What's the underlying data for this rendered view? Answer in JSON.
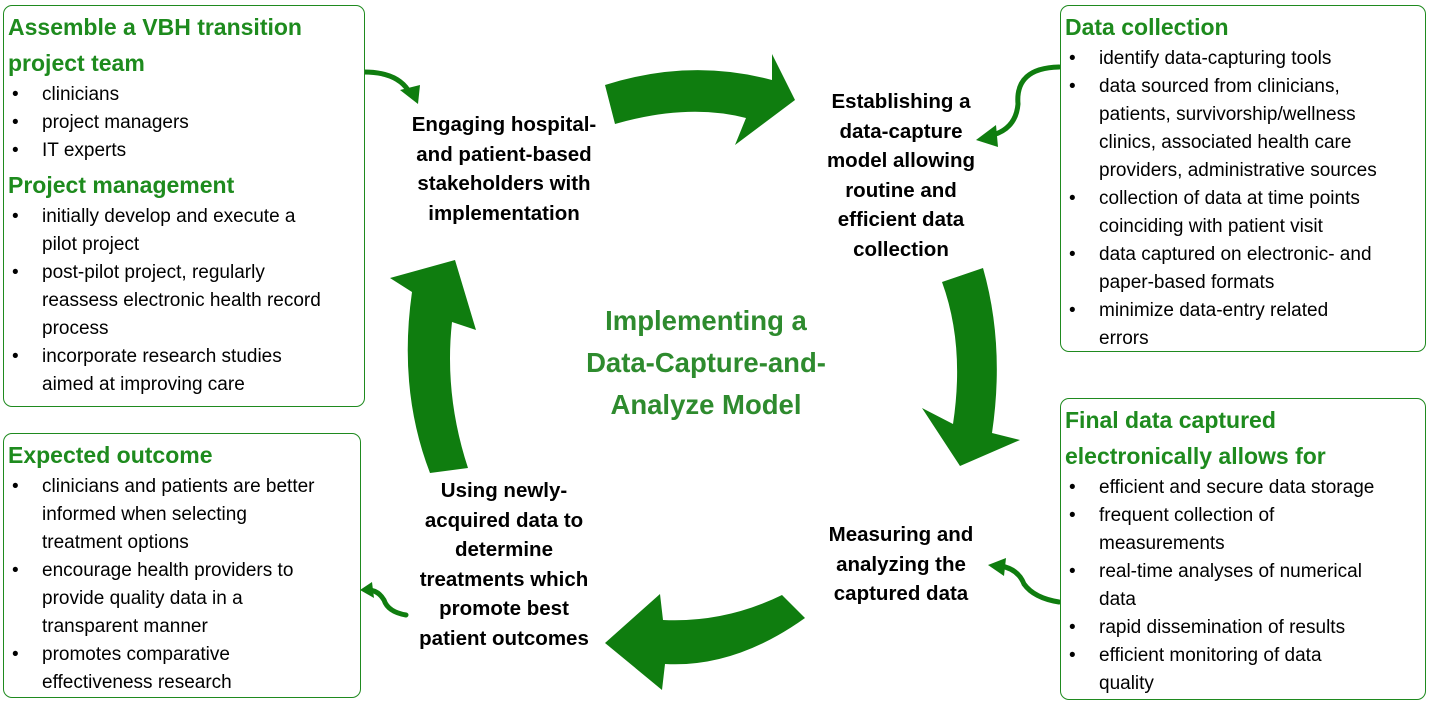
{
  "center_title": [
    "Implementing a",
    "Data-Capture-and-",
    "Analyze Model"
  ],
  "steps": {
    "top_left": [
      "Engaging hospital-",
      "and patient-based",
      "stakeholders with",
      "implementation"
    ],
    "top_right": [
      "Establishing a",
      "data-capture",
      "model allowing",
      "routine and",
      "efficient data",
      "collection"
    ],
    "bottom_right": [
      "Measuring and",
      "analyzing the",
      "captured data"
    ],
    "bottom_left": [
      "Using newly-",
      "acquired data to",
      "determine",
      "treatments which",
      "promote best",
      "patient outcomes"
    ]
  },
  "boxes": {
    "team": {
      "heading": [
        "Assemble a VBH transition",
        "project team"
      ],
      "items": [
        [
          "clinicians"
        ],
        [
          "project managers"
        ],
        [
          "IT experts"
        ]
      ],
      "heading2": "Project management",
      "items2": [
        [
          "initially develop and execute a",
          "pilot project"
        ],
        [
          "post-pilot project, regularly",
          "reassess electronic health record",
          "process"
        ],
        [
          "incorporate research studies",
          "aimed at improving care"
        ]
      ]
    },
    "outcome": {
      "heading": [
        "Expected outcome"
      ],
      "items": [
        [
          "clinicians and patients are better",
          "informed when selecting",
          "treatment options"
        ],
        [
          "encourage health providers to",
          "provide quality data in a",
          "transparent manner"
        ],
        [
          "promotes comparative",
          "effectiveness research"
        ]
      ]
    },
    "collection": {
      "heading": [
        "Data collection"
      ],
      "items": [
        [
          "identify data-capturing tools"
        ],
        [
          "data sourced from clinicians,",
          "patients, survivorship/wellness",
          "clinics, associated health care",
          "providers, administrative sources"
        ],
        [
          "collection of data at time points",
          "coinciding with patient visit"
        ],
        [
          "data captured on electronic- and",
          "paper-based formats"
        ],
        [
          "minimize data-entry related",
          "errors"
        ]
      ]
    },
    "final": {
      "heading": [
        "Final data captured",
        "electronically allows for"
      ],
      "items": [
        [
          "efficient and secure data storage"
        ],
        [
          "frequent collection of",
          "measurements"
        ],
        [
          "real-time analyses of numerical",
          "data"
        ],
        [
          "rapid dissemination of results"
        ],
        [
          "efficient monitoring of data",
          "quality"
        ]
      ]
    }
  },
  "colors": {
    "arrow": "#0f7d0f",
    "heading": "#1e8b1e",
    "title": "#2e8b2e",
    "border": "#1f8a1f"
  }
}
